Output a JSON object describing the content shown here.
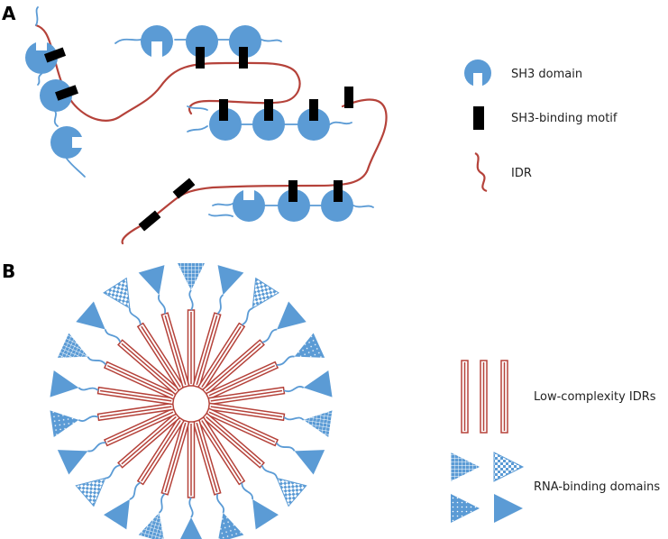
{
  "panel_a": {
    "letter": "A",
    "legend": {
      "sh3_domain": "SH3 domain",
      "sh3_binding_motif": "SH3-binding motif",
      "idr": "IDR"
    }
  },
  "panel_b": {
    "letter": "B",
    "legend": {
      "low_complexity_idrs": "Low-complexity IDRs",
      "rna_binding_domains": "RNA-binding domains"
    }
  },
  "colors": {
    "domain_blue": "#5b9bd5",
    "idr_red": "#b5423a",
    "motif_black": "#000000"
  }
}
